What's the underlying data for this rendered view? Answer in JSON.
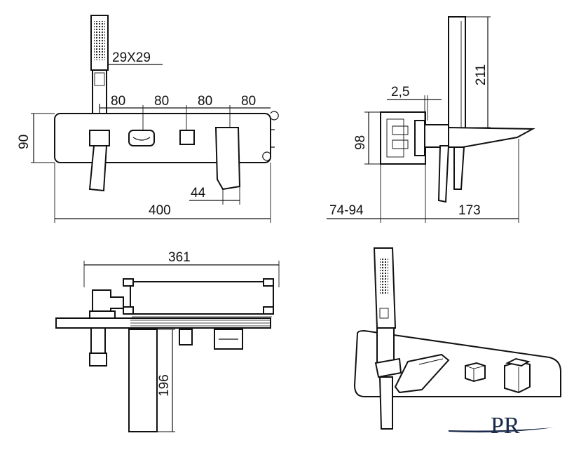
{
  "front_view": {
    "dim_head": "29X29",
    "dim_spacing": [
      "80",
      "80",
      "80",
      "80"
    ],
    "dim_height": "90",
    "dim_spout": "44",
    "dim_width": "400"
  },
  "side_view": {
    "dim_gap": "2,5",
    "dim_handshower": "211",
    "dim_height": "98",
    "dim_depth": "74-94",
    "dim_projection": "173"
  },
  "top_view": {
    "dim_width": "361",
    "dim_spout_length": "196"
  },
  "logo": {
    "text": "PR"
  },
  "colors": {
    "line": "#111111",
    "logo": "#1b2a4a"
  }
}
